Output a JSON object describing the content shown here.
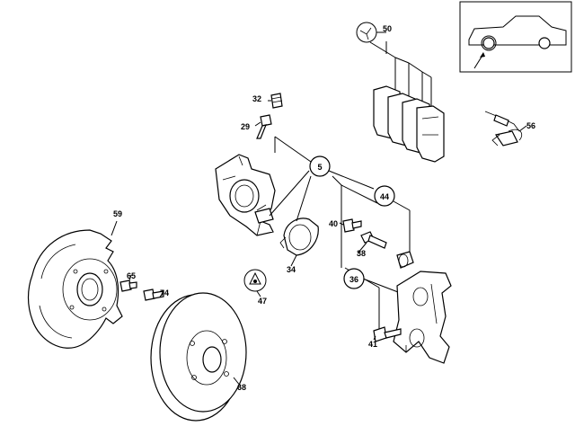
{
  "labels": {
    "p5": "5",
    "p29": "29",
    "p32": "32",
    "p34": "34",
    "p36": "36",
    "p38": "38",
    "p40": "40",
    "p41": "41",
    "p44": "44",
    "p47": "47",
    "p50": "50",
    "p56": "56",
    "p59": "59",
    "p65": "65",
    "p68": "68",
    "p74": "74"
  },
  "icons": {
    "locator": "car-silhouette-icon",
    "pad_symbol": "wrench-circle-icon"
  }
}
